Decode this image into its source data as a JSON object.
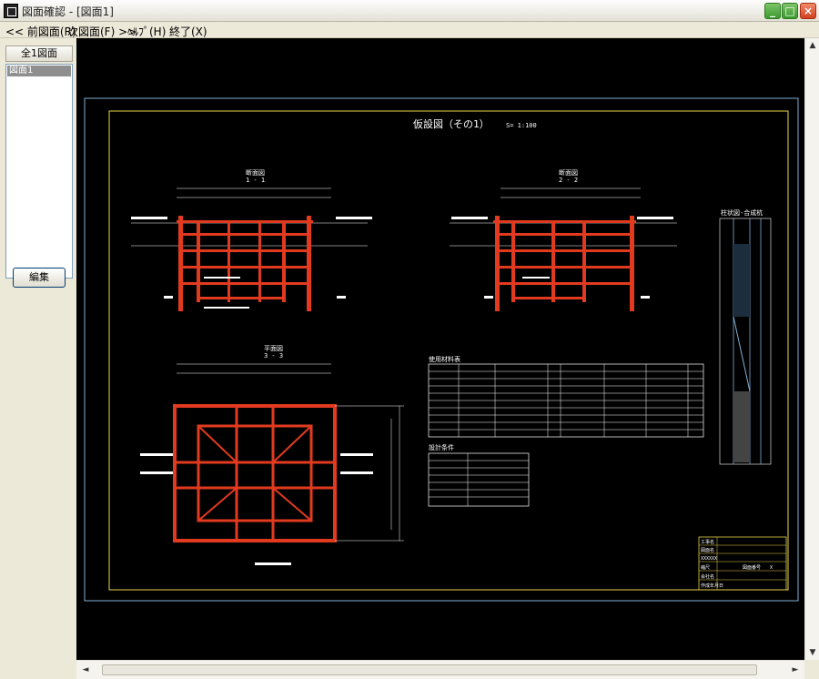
{
  "window": {
    "title": "図面確認 - [図面1]"
  },
  "menu": {
    "prev": "<< 前図面(R)",
    "next": "次図面(F) >>",
    "help": "ﾍﾙﾌﾟ(H)",
    "exit": "終了(X)"
  },
  "sidebar": {
    "header": "全1図面",
    "items": [
      "図面1"
    ],
    "edit_button": "編集"
  },
  "drawing": {
    "title": "仮設図（その1）",
    "scale": "S= 1:100",
    "section_1_title": "断面図",
    "section_1_sub": "1 - 1",
    "section_2_title": "断面図",
    "section_2_sub": "2 - 2",
    "plan_title": "平面図",
    "plan_sub": "3 - 3",
    "boring_title": "柱状図-合成杭",
    "materials_title": "使用材料表",
    "design_title": "設計条件",
    "titleblock": {
      "row1": "工事名",
      "row2": "図面名",
      "row3": "XXXXXX",
      "row4": "縮尺",
      "row5": "会社名",
      "row6": "作成年月日",
      "scale_value": "図面番号",
      "flag": "X"
    }
  },
  "colors": {
    "steel": "#e23a1f",
    "frame_outer": "#7fb0d6",
    "frame_inner": "#e8d24a",
    "canvas_bg": "#000000",
    "lines": "#ffffff"
  }
}
